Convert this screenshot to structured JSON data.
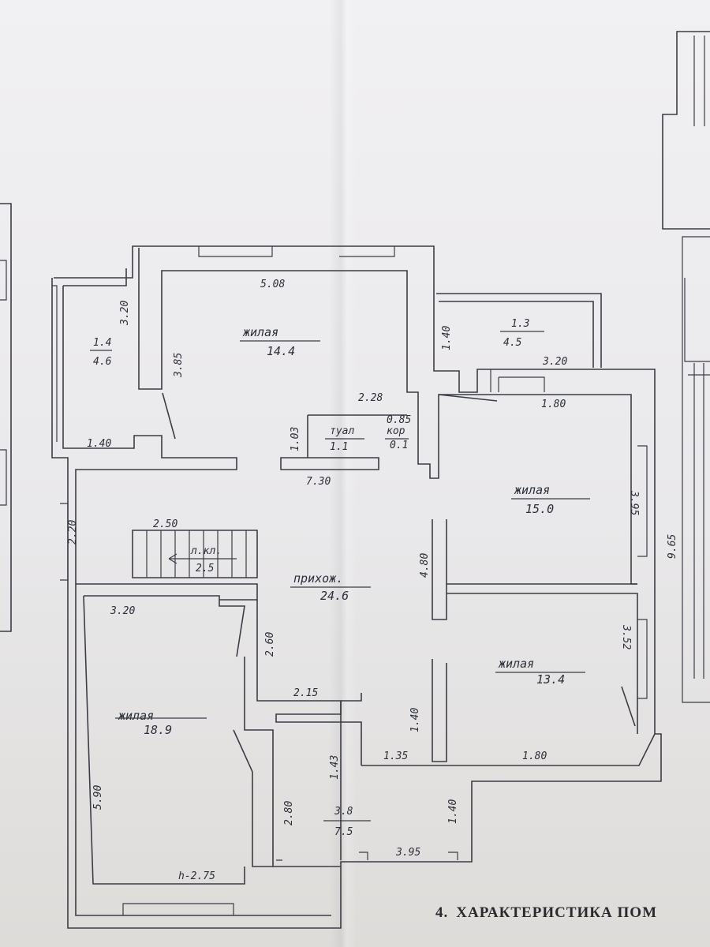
{
  "floor_plan": {
    "rooms": [
      {
        "id": "r14",
        "name": "1.4",
        "area": "4.6"
      },
      {
        "id": "living-144",
        "name": "жилая",
        "area": "14.4"
      },
      {
        "id": "r13",
        "name": "1.3",
        "area": "4.5"
      },
      {
        "id": "toilet",
        "name": "туал",
        "area": "1.1"
      },
      {
        "id": "corridor",
        "name": "кор",
        "area": "0.1"
      },
      {
        "id": "living-150",
        "name": "жилая",
        "area": "15.0"
      },
      {
        "id": "hall",
        "name": "прихож.",
        "area": "24.6"
      },
      {
        "id": "stair",
        "name": "л.кл.",
        "area": "2.5"
      },
      {
        "id": "living-134",
        "name": "жилая",
        "area": "13.4"
      },
      {
        "id": "living-189",
        "name": "жилая",
        "area": "18.9"
      },
      {
        "id": "r38",
        "name": "3.8",
        "area": "7.5"
      }
    ],
    "dimensions": [
      {
        "id": "d1",
        "text": "5.08"
      },
      {
        "id": "d2",
        "text": "3.20"
      },
      {
        "id": "d3",
        "text": "3.85"
      },
      {
        "id": "d4",
        "text": "1.40"
      },
      {
        "id": "d5",
        "text": "1.40"
      },
      {
        "id": "d6",
        "text": "3.20"
      },
      {
        "id": "d7",
        "text": "2.28"
      },
      {
        "id": "d8",
        "text": "0.85"
      },
      {
        "id": "d9",
        "text": "1.03"
      },
      {
        "id": "d10",
        "text": "1.80"
      },
      {
        "id": "d11",
        "text": "7.30"
      },
      {
        "id": "d12",
        "text": "3.95"
      },
      {
        "id": "d13",
        "text": "2.20"
      },
      {
        "id": "d14",
        "text": "2.50"
      },
      {
        "id": "d15",
        "text": "4.80"
      },
      {
        "id": "d16",
        "text": "9.65"
      },
      {
        "id": "d17",
        "text": "3.20"
      },
      {
        "id": "d18",
        "text": "2.60"
      },
      {
        "id": "d19",
        "text": "3.52"
      },
      {
        "id": "d20",
        "text": "2.15"
      },
      {
        "id": "d21",
        "text": "1.40"
      },
      {
        "id": "d22",
        "text": "1.43"
      },
      {
        "id": "d23",
        "text": "1.35"
      },
      {
        "id": "d24",
        "text": "1.80"
      },
      {
        "id": "d25",
        "text": "5.90"
      },
      {
        "id": "d26",
        "text": "2.80"
      },
      {
        "id": "d27",
        "text": "1.40"
      },
      {
        "id": "d28",
        "text": "3.95"
      },
      {
        "id": "d29",
        "text": "h-2.75"
      }
    ]
  },
  "footer": {
    "number": "4.",
    "title": "ХАРАКТЕРИСТИКА ПОМ"
  }
}
